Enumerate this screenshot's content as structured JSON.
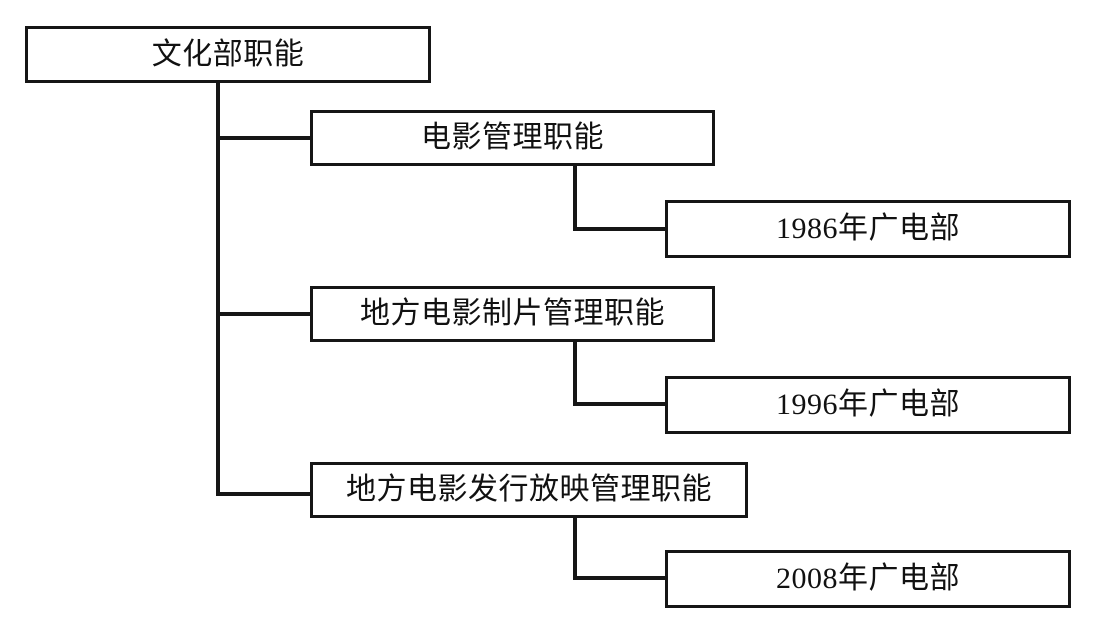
{
  "diagram": {
    "type": "organizational-tree",
    "title": "文化部职能",
    "orientation": "left-to-right-indented",
    "nodes": {
      "root": {
        "label": "文化部职能",
        "level": 0
      },
      "branch_1": {
        "label": "电影管理职能",
        "level": 1
      },
      "leaf_1": {
        "label": "1986年广电部",
        "level": 2
      },
      "branch_2": {
        "label": "地方电影制片管理职能",
        "level": 1
      },
      "leaf_2": {
        "label": "1996年广电部",
        "level": 2
      },
      "branch_3": {
        "label": "地方电影发行放映管理职能",
        "level": 1
      },
      "leaf_3": {
        "label": "2008年广电部",
        "level": 2
      }
    },
    "edges": [
      {
        "from": "root",
        "to": "branch_1"
      },
      {
        "from": "root",
        "to": "branch_2"
      },
      {
        "from": "root",
        "to": "branch_3"
      },
      {
        "from": "branch_1",
        "to": "leaf_1"
      },
      {
        "from": "branch_2",
        "to": "leaf_2"
      },
      {
        "from": "branch_3",
        "to": "leaf_3"
      }
    ],
    "colors": {
      "border": "#161616",
      "text": "#111111",
      "background": "#ffffff",
      "connector": "#161616"
    }
  }
}
